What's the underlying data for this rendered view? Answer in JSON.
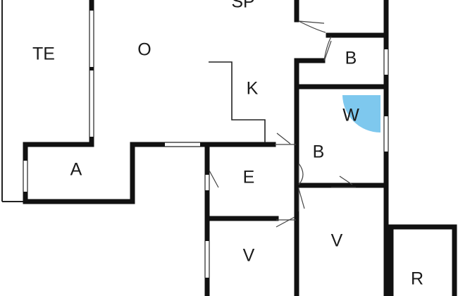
{
  "floorplan": {
    "rooms": [
      {
        "id": "te",
        "label": "TE"
      },
      {
        "id": "o",
        "label": "O"
      },
      {
        "id": "sp",
        "label": "SP"
      },
      {
        "id": "k",
        "label": "K"
      },
      {
        "id": "b-top",
        "label": "B"
      },
      {
        "id": "w",
        "label": "W"
      },
      {
        "id": "b-mid",
        "label": "B"
      },
      {
        "id": "a",
        "label": "A"
      },
      {
        "id": "e",
        "label": "E"
      },
      {
        "id": "v-left",
        "label": "V"
      },
      {
        "id": "v-right",
        "label": "V"
      },
      {
        "id": "r",
        "label": "R"
      }
    ],
    "colors": {
      "wall": "#111111",
      "thin_line": "#222222",
      "window": "#ffffff",
      "door_swing": "#555555",
      "shower": "#7ec8ee",
      "background": "#ffffff"
    }
  }
}
